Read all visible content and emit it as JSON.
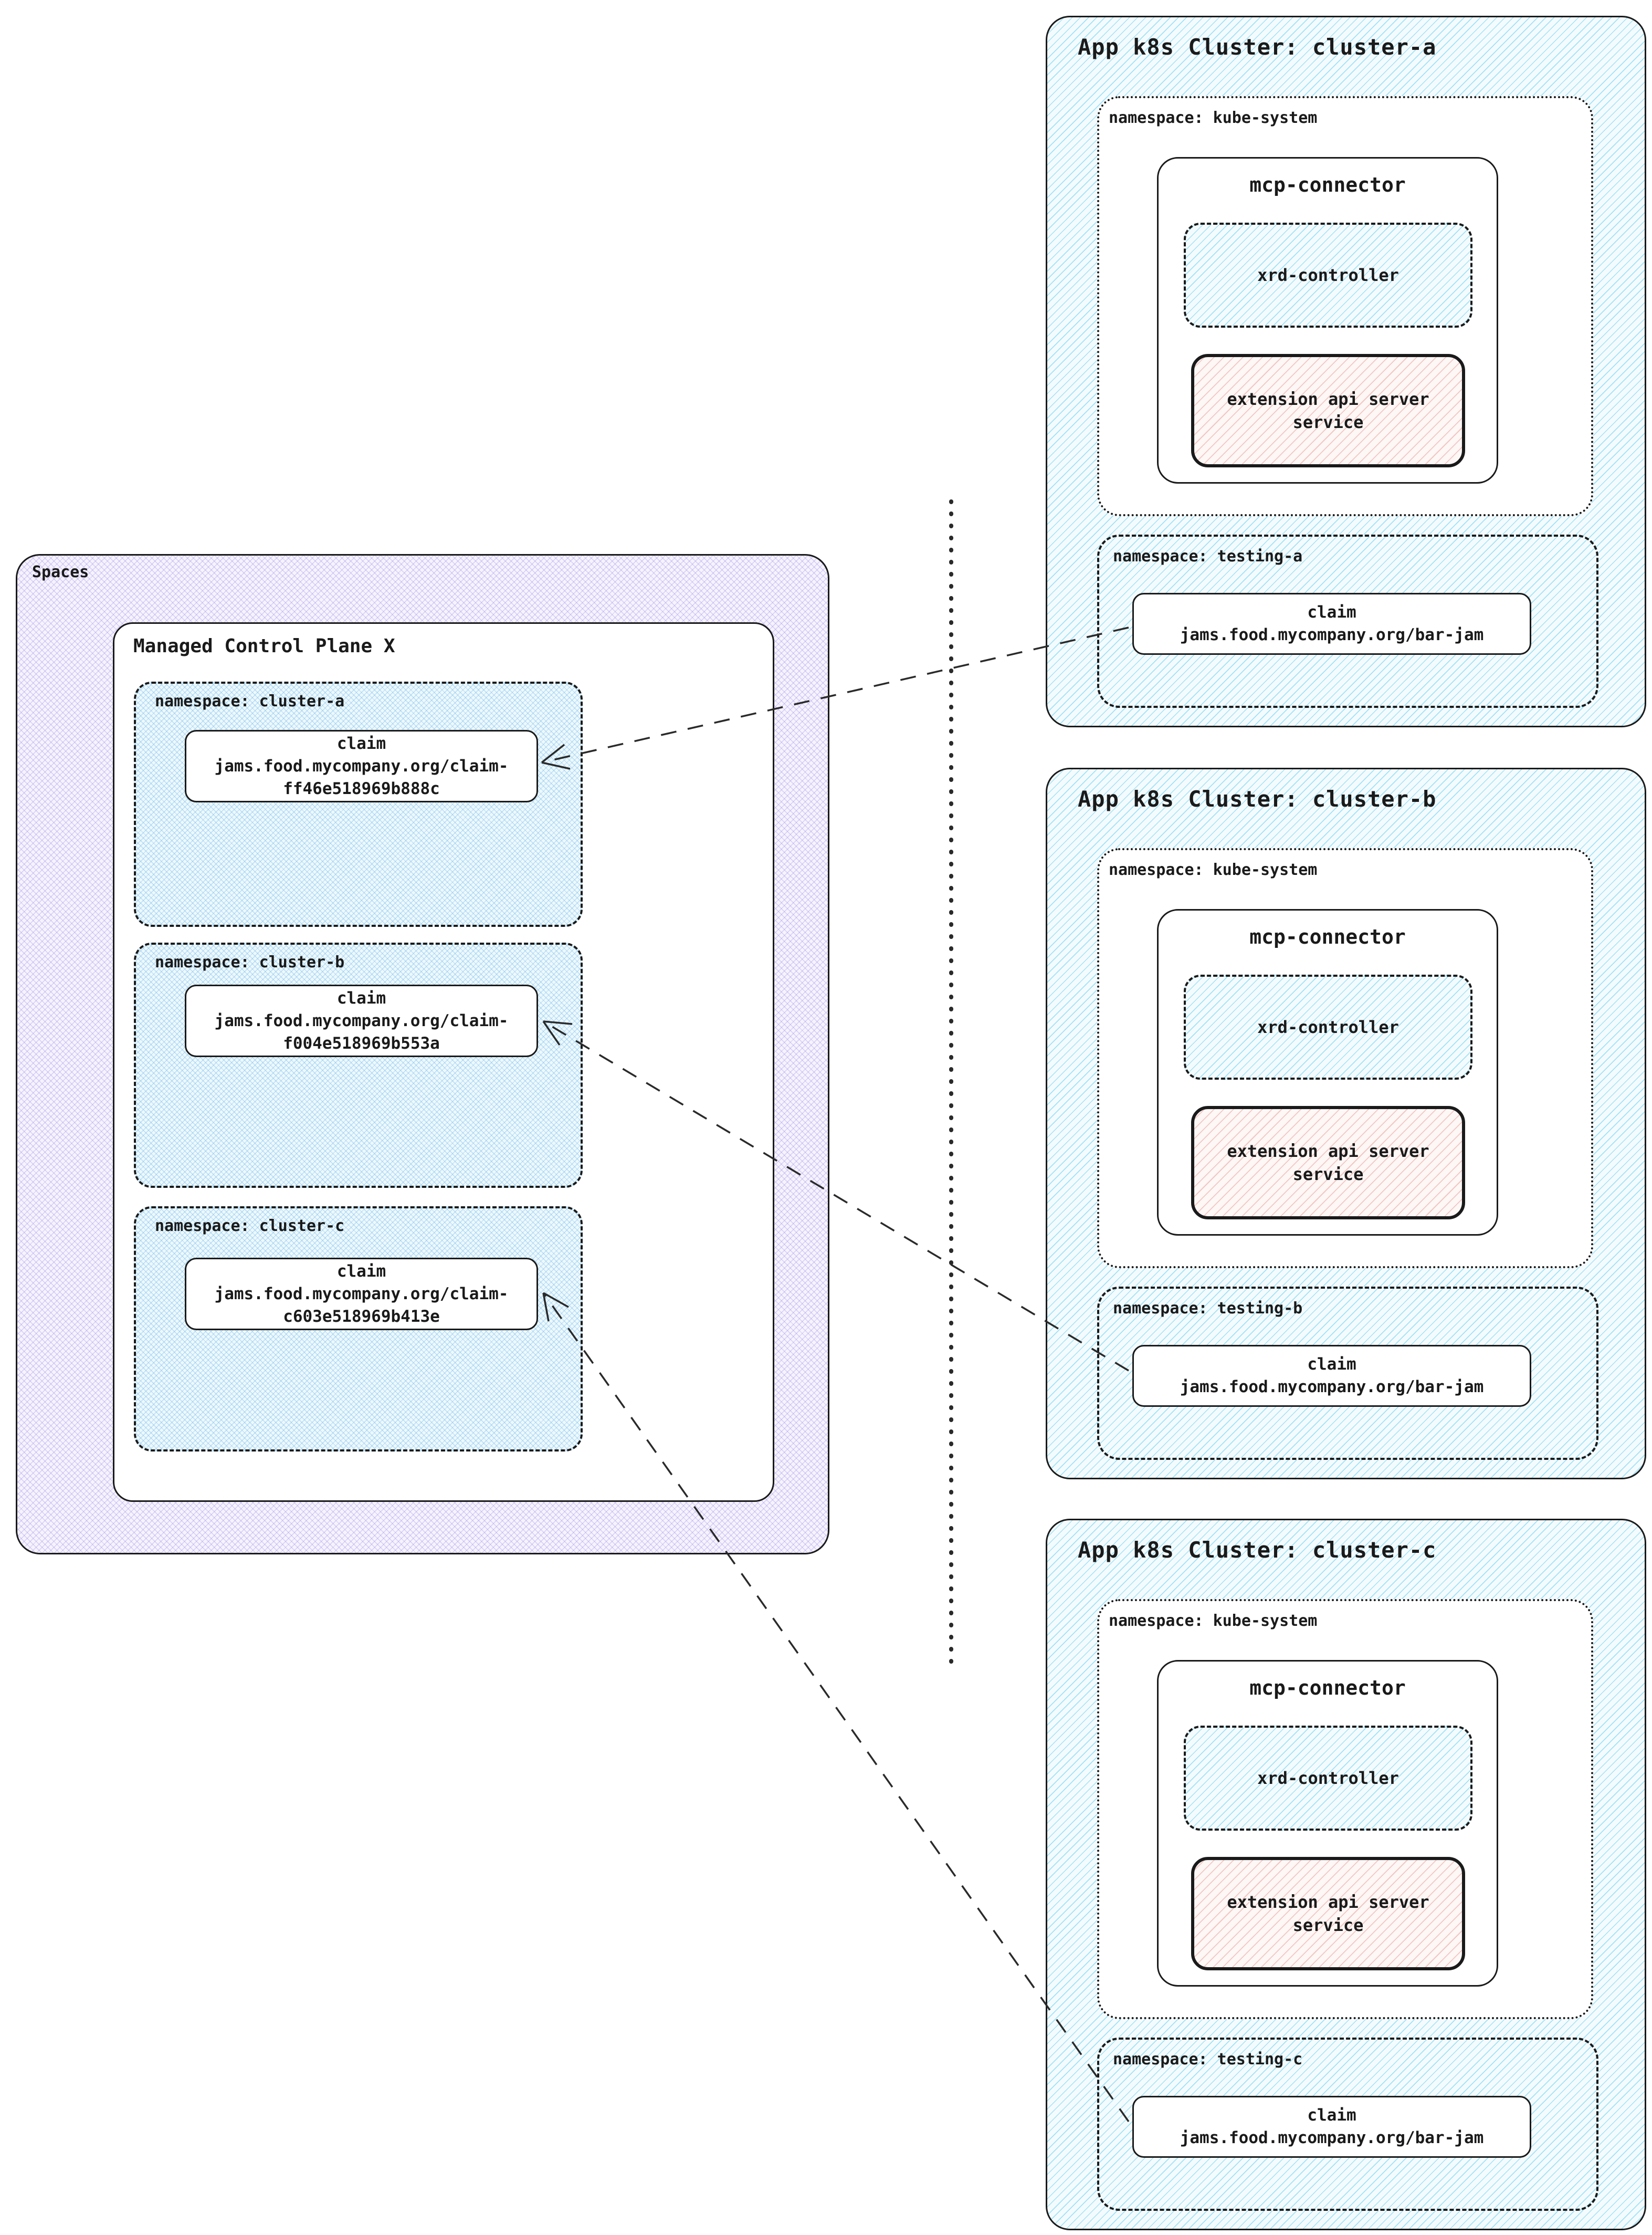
{
  "spaces": {
    "label": "Spaces",
    "managed_control_plane": {
      "label": "Managed Control Plane X",
      "namespaces": [
        {
          "label": "namespace: cluster-a",
          "claim": {
            "title": "claim",
            "line1": "jams.food.mycompany.org/claim-",
            "line2": "ff46e518969b888c"
          }
        },
        {
          "label": "namespace: cluster-b",
          "claim": {
            "title": "claim",
            "line1": "jams.food.mycompany.org/claim-",
            "line2": "f004e518969b553a"
          }
        },
        {
          "label": "namespace: cluster-c",
          "claim": {
            "title": "claim",
            "line1": "jams.food.mycompany.org/claim-",
            "line2": "c603e518969b413e"
          }
        }
      ]
    }
  },
  "clusters": [
    {
      "title": "App k8s Cluster: cluster-a",
      "kube_ns_label": "namespace: kube-system",
      "mcp_connector_label": "mcp-connector",
      "xrd_controller_label": "xrd-controller",
      "extension_line1": "extension api server",
      "extension_line2": "service",
      "testing_ns_label": "namespace: testing-a",
      "claim": {
        "title": "claim",
        "value": "jams.food.mycompany.org/bar-jam"
      }
    },
    {
      "title": "App k8s Cluster: cluster-b",
      "kube_ns_label": "namespace: kube-system",
      "mcp_connector_label": "mcp-connector",
      "xrd_controller_label": "xrd-controller",
      "extension_line1": "extension api server",
      "extension_line2": "service",
      "testing_ns_label": "namespace: testing-b",
      "claim": {
        "title": "claim",
        "value": "jams.food.mycompany.org/bar-jam"
      }
    },
    {
      "title": "App k8s Cluster: cluster-c",
      "kube_ns_label": "namespace: kube-system",
      "mcp_connector_label": "mcp-connector",
      "xrd_controller_label": "xrd-controller",
      "extension_line1": "extension api server",
      "extension_line2": "service",
      "testing_ns_label": "namespace: testing-c",
      "claim": {
        "title": "claim",
        "value": "jams.food.mycompany.org/bar-jam"
      }
    }
  ],
  "colors": {
    "stroke": "#1a1a1a",
    "cluster_hatch_line": "#3cc3eb",
    "extension_hatch_line": "#e1786e",
    "spaces_hatch_line": "#8c73e6",
    "left_ns_hatch_line": "#50afe6",
    "connector": "#2a2a2a"
  }
}
